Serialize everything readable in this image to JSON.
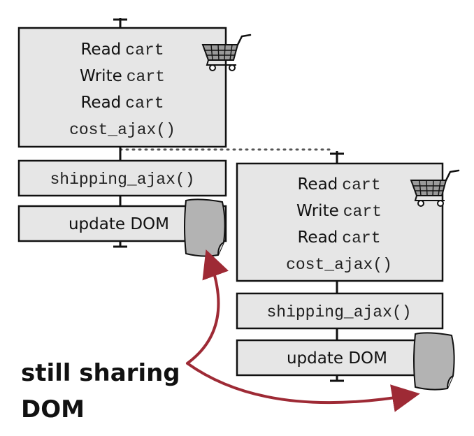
{
  "colors": {
    "box_fill": "#e6e6e6",
    "line": "#111111",
    "arrow": "#9e2a35",
    "dom_doc": "#b3b3b3"
  },
  "timelines": [
    {
      "ops": [
        {
          "verb": "Read",
          "target": "cart"
        },
        {
          "verb": "Write",
          "target": "cart"
        },
        {
          "verb": "Read",
          "target": "cart"
        }
      ],
      "cost_call": "cost_ajax()",
      "shipping_call": "shipping_ajax()",
      "update_label": "update DOM",
      "icons": [
        "shopping-cart-icon",
        "dom-document-icon"
      ]
    },
    {
      "ops": [
        {
          "verb": "Read",
          "target": "cart"
        },
        {
          "verb": "Write",
          "target": "cart"
        },
        {
          "verb": "Read",
          "target": "cart"
        }
      ],
      "cost_call": "cost_ajax()",
      "shipping_call": "shipping_ajax()",
      "update_label": "update DOM",
      "icons": [
        "shopping-cart-icon",
        "dom-document-icon"
      ]
    }
  ],
  "annotation": {
    "line1": "still sharing",
    "line2": "DOM"
  }
}
